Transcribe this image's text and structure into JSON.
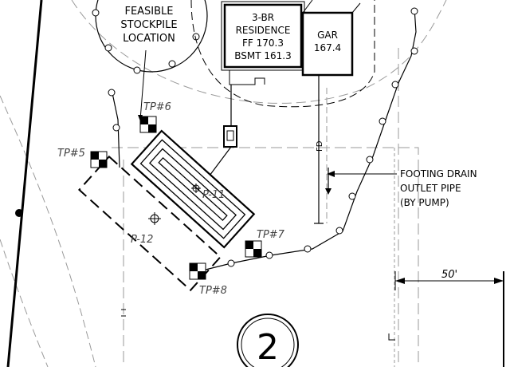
{
  "drawing": {
    "stockpile": {
      "line1": "FEASIBLE",
      "line2": "STOCKPILE",
      "line3": "LOCATION"
    },
    "residence": {
      "line1": "3-BR",
      "line2": "RESIDENCE",
      "line3": "FF 170.3",
      "line4": "BSMT 161.3"
    },
    "garage": {
      "line1": "GAR",
      "line2": "167.4"
    },
    "test_pits": [
      "TP#5",
      "TP#6",
      "TP#7",
      "TP#8"
    ],
    "percs": [
      "P-11",
      "P-12"
    ],
    "footing_drain": {
      "line1": "FOOTING DRAIN",
      "line2": "OUTLET PIPE",
      "line3": "(BY PUMP)"
    },
    "dimension": "50'",
    "lot_number": "2"
  }
}
